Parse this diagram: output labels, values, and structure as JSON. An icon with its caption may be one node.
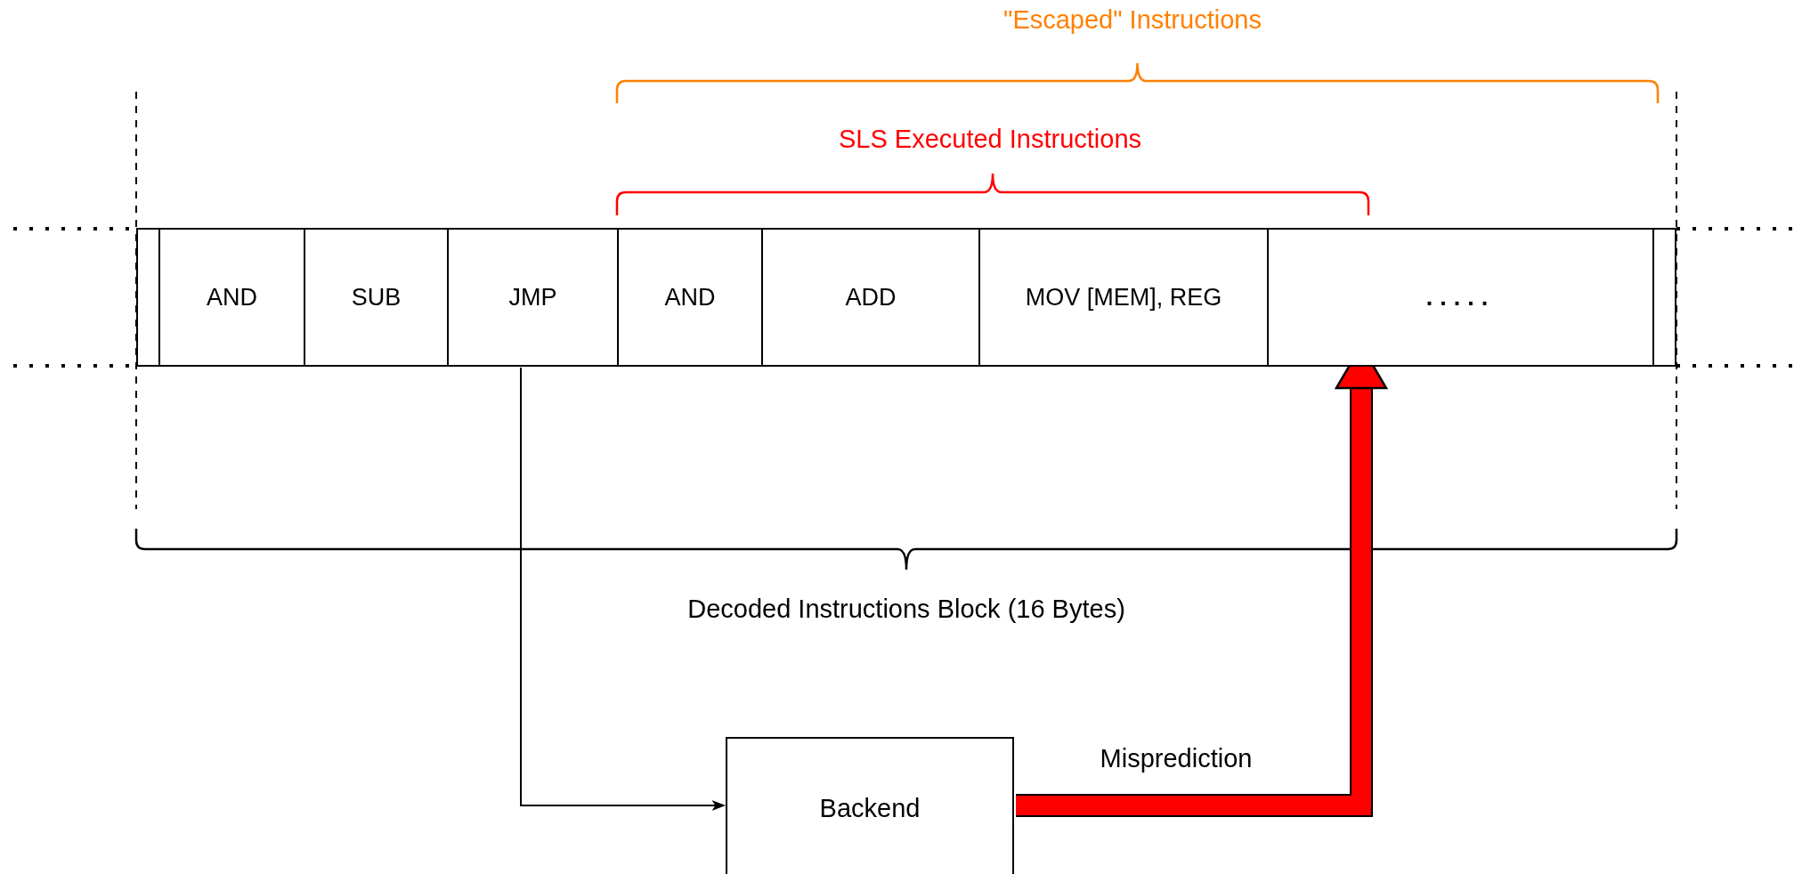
{
  "diagram": {
    "nodes": [
      {
        "text": [],
        "shape": "box"
      },
      {
        "text": [
          "AND"
        ]
      },
      {
        "text": [
          "SUB"
        ]
      },
      {
        "text": [
          "JMP"
        ]
      },
      {
        "text": [
          "AND"
        ]
      },
      {
        "text": [
          "ADD"
        ]
      },
      {
        "text": [
          "MOV [MEM], REG"
        ]
      },
      {
        "text": [
          "....."
        ]
      },
      {
        "text": [],
        "shape": "box"
      },
      {
        "text": [
          "Backend"
        ]
      }
    ],
    "edges": [
      {
        "from": 3,
        "to": 9,
        "arrow": "to"
      },
      {
        "from": 9,
        "to": 7,
        "arrow": "to",
        "label": "Misprediction",
        "style": "thick",
        "color": "#ff0000"
      }
    ],
    "labels": [
      "\"Escaped\" Instructions",
      "SLS Executed Instructions",
      "Decoded Instructions Block (16 Bytes)"
    ]
  }
}
